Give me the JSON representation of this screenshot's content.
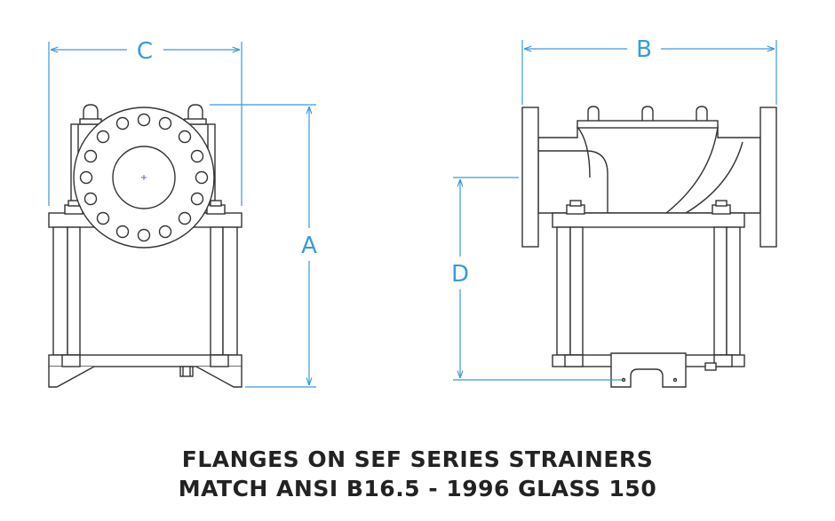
{
  "dimensions": {
    "a": "A",
    "b": "B",
    "c": "C",
    "d": "D"
  },
  "caption": {
    "line1": "FLANGES ON SEF SERIES STRAINERS",
    "line2": "MATCH ANSI B16.5 - 1996 GLASS 150"
  },
  "colors": {
    "dimension": "#3a9ad9",
    "outline": "#333333",
    "fill": "#ffffff",
    "center_mark": "#6b4fb5"
  }
}
